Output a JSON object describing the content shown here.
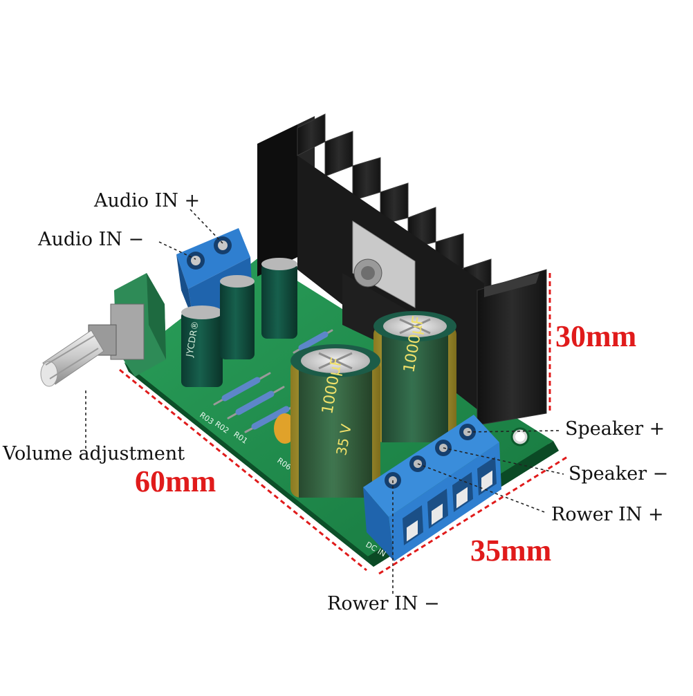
{
  "labels": {
    "audio_in_plus": "Audio IN +",
    "audio_in_minus": "Audio IN −",
    "volume": "Volume adjustment",
    "speaker_plus": "Speaker +",
    "speaker_minus": "Speaker −",
    "power_in_plus": "Rower IN +",
    "power_in_minus": "Rower IN −"
  },
  "dimensions": {
    "height": "30mm",
    "length": "60mm",
    "width": "35mm"
  },
  "board_text": {
    "cap_large_rating": "1000µF",
    "cap_large_voltage": "35 V",
    "cap_small_brand": "JYCDR®",
    "dc_in": "DC IN",
    "r1": "R01",
    "r2": "R02",
    "r3": "R03",
    "r6": "R06"
  },
  "colors": {
    "pcb": "#1f8f4e",
    "terminal": "#2f7fd0",
    "heatsink": "#1b1b1b",
    "dimension": "#e01b1b",
    "capacitor": "#0f4a3c",
    "potentiometer": "#2e8b57"
  }
}
